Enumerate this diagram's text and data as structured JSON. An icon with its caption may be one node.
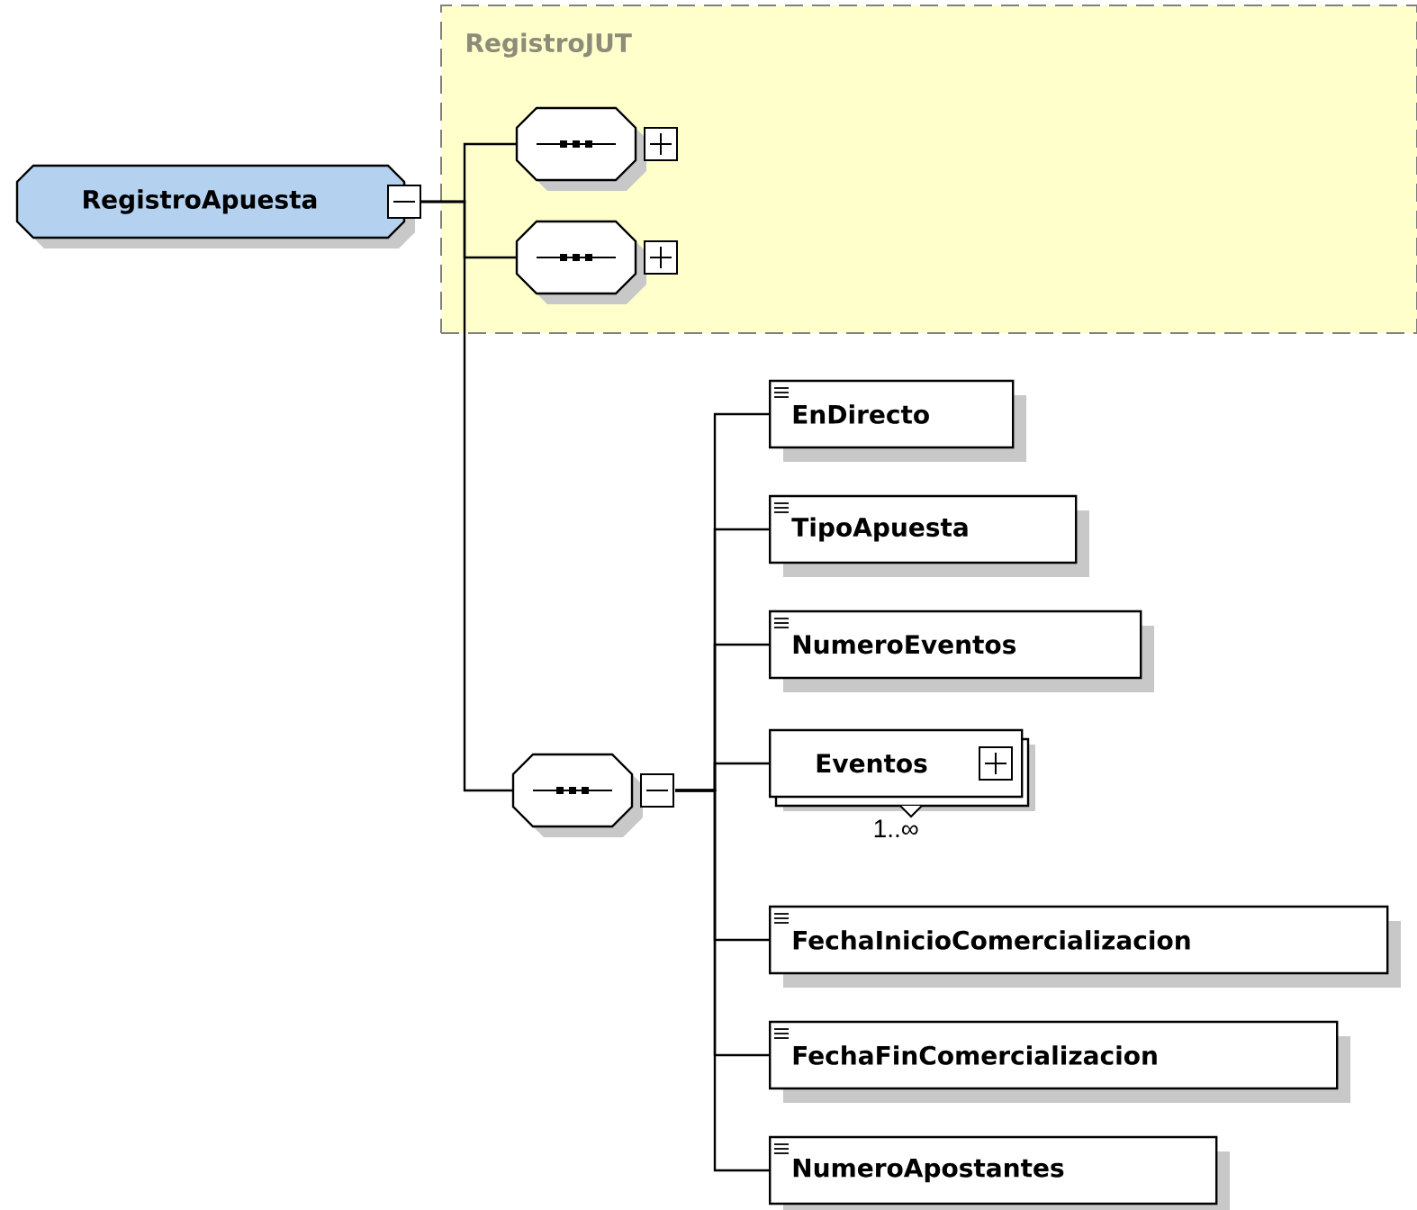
{
  "diagram": {
    "nodes": [
      {
        "text": [
          "RegistroApuesta"
        ]
      },
      {
        "text": [
          "RegistroJUT"
        ]
      },
      {
        "text": [],
        "shape": "octagon",
        "in": 1
      },
      {
        "text": [],
        "shape": "octagon",
        "in": 1
      },
      {
        "text": [],
        "shape": "octagon"
      },
      {
        "text": [
          "EnDirecto"
        ]
      },
      {
        "text": [
          "TipoApuesta"
        ]
      },
      {
        "text": [
          "NumeroEventos"
        ]
      },
      {
        "text": [
          "Eventos"
        ],
        "beside": [
          "1..∞"
        ]
      },
      {
        "text": [
          "FechaInicioComercializacion"
        ]
      },
      {
        "text": [
          "FechaFinComercializacion"
        ]
      },
      {
        "text": [
          "NumeroApostantes"
        ]
      }
    ],
    "edges": [
      {
        "from": 0,
        "to": 2,
        "arrow": "none"
      },
      {
        "from": 0,
        "to": 3,
        "arrow": "none"
      },
      {
        "from": 0,
        "to": 4,
        "arrow": "none"
      },
      {
        "from": 4,
        "to": 5,
        "arrow": "none"
      },
      {
        "from": 4,
        "to": 6,
        "arrow": "none"
      },
      {
        "from": 4,
        "to": 7,
        "arrow": "none"
      },
      {
        "from": 4,
        "to": 8,
        "arrow": "none"
      },
      {
        "from": 4,
        "to": 9,
        "arrow": "none"
      },
      {
        "from": 4,
        "to": 10,
        "arrow": "none"
      },
      {
        "from": 4,
        "to": 11,
        "arrow": "none"
      }
    ]
  }
}
